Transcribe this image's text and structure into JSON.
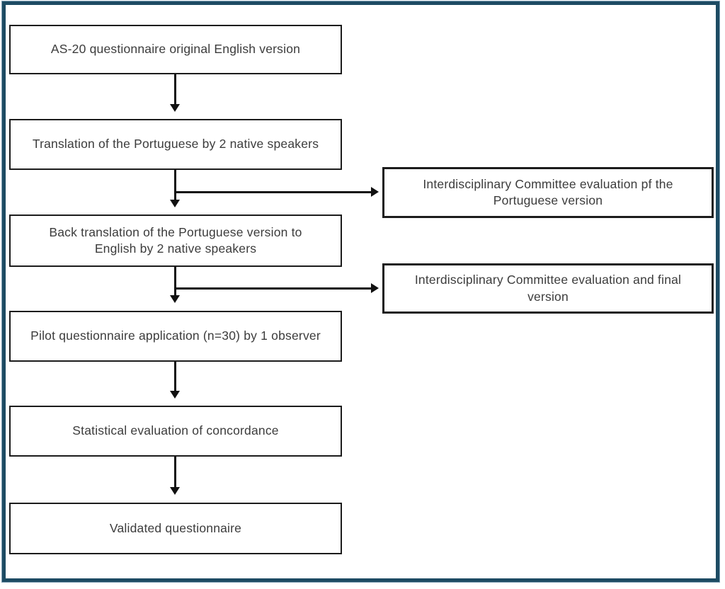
{
  "colors": {
    "frame_border": "#1d4b63",
    "frame_outline": "#7d9db2",
    "node_border": "#1c1c1c",
    "node_background": "#ffffff",
    "text": "#3c3c3c",
    "connector": "#111111",
    "page_background": "#ffffff"
  },
  "flow": {
    "main_steps": [
      {
        "id": "step-1",
        "label": "AS-20 questionnaire original English version"
      },
      {
        "id": "step-2",
        "label": "Translation of the Portuguese by 2 native speakers"
      },
      {
        "id": "step-3",
        "label": "Back translation of the Portuguese version to English by 2 native speakers"
      },
      {
        "id": "step-4",
        "label": "Pilot questionnaire application (n=30) by 1 observer"
      },
      {
        "id": "step-5",
        "label": "Statistical evaluation of concordance"
      },
      {
        "id": "step-6",
        "label": "Validated questionnaire"
      }
    ],
    "side_steps": [
      {
        "id": "side-1",
        "label": "Interdisciplinary Committee evaluation pf the Portuguese version"
      },
      {
        "id": "side-2",
        "label": "Interdisciplinary Committee evaluation and final version"
      }
    ],
    "edges": [
      {
        "from": "step-1",
        "to": "step-2",
        "type": "down-arrow"
      },
      {
        "from": "step-2",
        "to": "step-3",
        "type": "down-arrow"
      },
      {
        "from": "step-2",
        "to": "side-1",
        "type": "right-branch-arrow"
      },
      {
        "from": "step-3",
        "to": "step-4",
        "type": "down-arrow"
      },
      {
        "from": "step-3",
        "to": "side-2",
        "type": "right-branch-arrow"
      },
      {
        "from": "step-4",
        "to": "step-5",
        "type": "down-arrow"
      },
      {
        "from": "step-5",
        "to": "step-6",
        "type": "down-arrow"
      }
    ]
  }
}
